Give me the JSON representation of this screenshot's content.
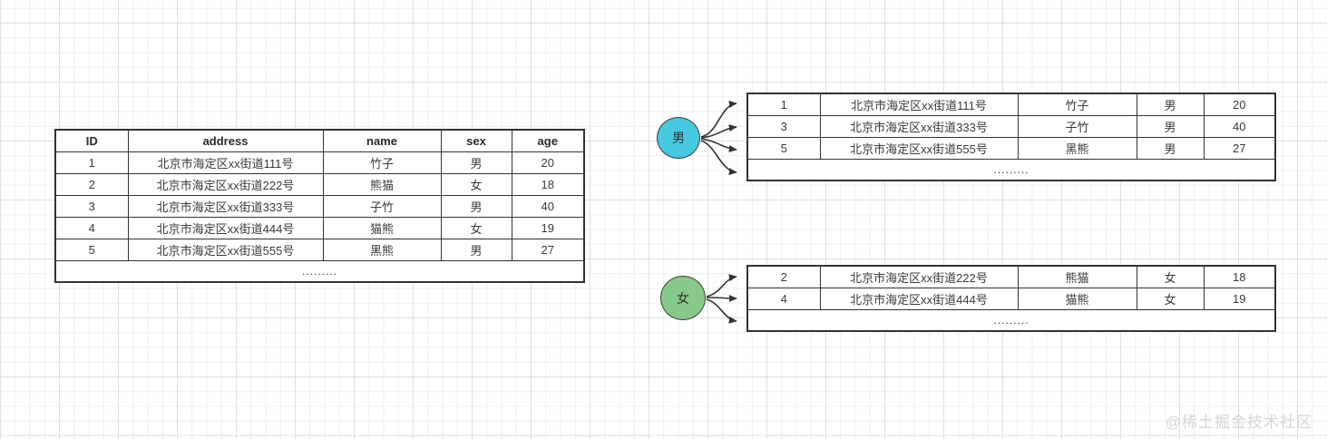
{
  "watermark": "@稀土掘金技术社区",
  "nodes": {
    "male": {
      "label": "男",
      "fill": "#44c9de"
    },
    "female": {
      "label": "女",
      "fill": "#86c98a"
    }
  },
  "tables": {
    "main": {
      "headers": [
        "ID",
        "address",
        "name",
        "sex",
        "age"
      ],
      "rows": [
        [
          "1",
          "北京市海定区xx街道111号",
          "竹子",
          "男",
          "20"
        ],
        [
          "2",
          "北京市海定区xx街道222号",
          "熊猫",
          "女",
          "18"
        ],
        [
          "3",
          "北京市海定区xx街道333号",
          "子竹",
          "男",
          "40"
        ],
        [
          "4",
          "北京市海定区xx街道444号",
          "猫熊",
          "女",
          "19"
        ],
        [
          "5",
          "北京市海定区xx街道555号",
          "黑熊",
          "男",
          "27"
        ]
      ],
      "ellipsis": "........."
    },
    "male_group": {
      "rows": [
        [
          "1",
          "北京市海定区xx街道111号",
          "竹子",
          "男",
          "20"
        ],
        [
          "3",
          "北京市海定区xx街道333号",
          "子竹",
          "男",
          "40"
        ],
        [
          "5",
          "北京市海定区xx街道555号",
          "黑熊",
          "男",
          "27"
        ]
      ],
      "ellipsis": "........."
    },
    "female_group": {
      "rows": [
        [
          "2",
          "北京市海定区xx街道222号",
          "熊猫",
          "女",
          "18"
        ],
        [
          "4",
          "北京市海定区xx街道444号",
          "猫熊",
          "女",
          "19"
        ]
      ],
      "ellipsis": "........."
    }
  },
  "colors": {
    "arrow": "#333333",
    "table_border": "#333333",
    "male_fill": "#44c9de",
    "female_fill": "#86c98a"
  }
}
